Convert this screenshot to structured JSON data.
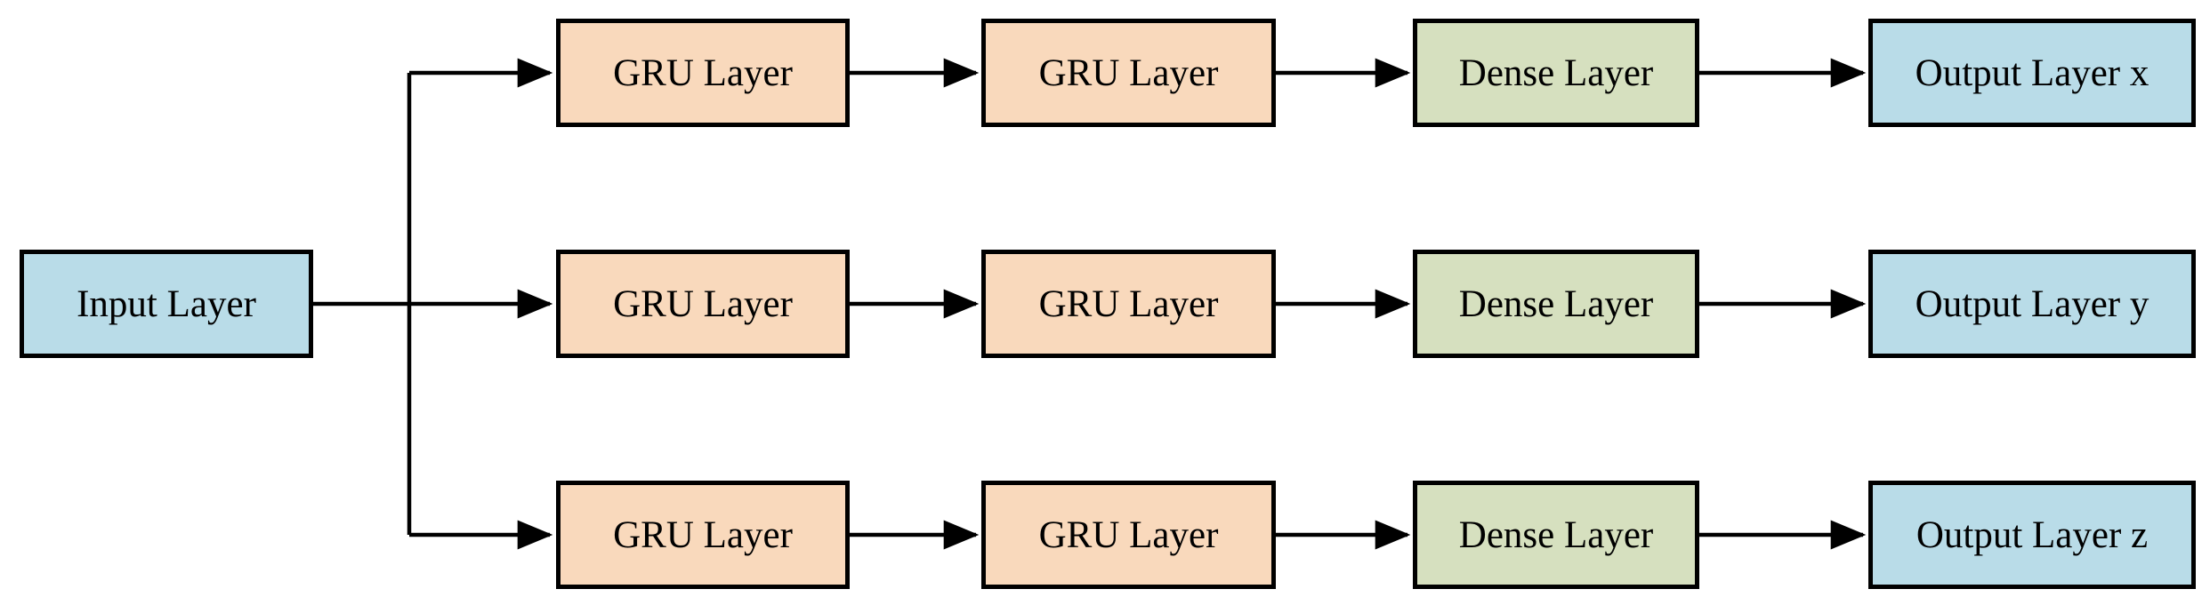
{
  "colors": {
    "background": "#ffffff",
    "io_fill": "#b9dce8",
    "gru_fill": "#f9d9bc",
    "dense_fill": "#d6e0bf",
    "stroke": "#000000"
  },
  "nodes": {
    "input": "Input Layer",
    "rows": [
      {
        "gru1": "GRU Layer",
        "gru2": "GRU Layer",
        "dense": "Dense Layer",
        "output": "Output Layer x"
      },
      {
        "gru1": "GRU Layer",
        "gru2": "GRU Layer",
        "dense": "Dense Layer",
        "output": "Output Layer y"
      },
      {
        "gru1": "GRU Layer",
        "gru2": "GRU Layer",
        "dense": "Dense Layer",
        "output": "Output Layer z"
      }
    ]
  }
}
